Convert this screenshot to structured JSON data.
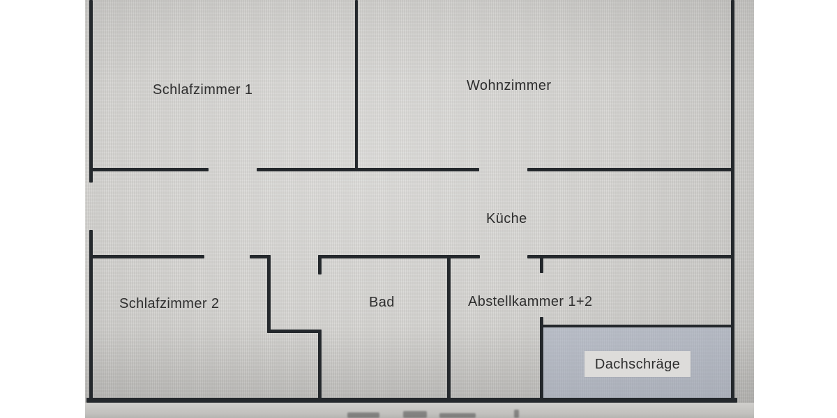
{
  "document": {
    "type": "floor-plan-photo",
    "description_visible_content_only": true
  },
  "colors": {
    "wall": "#24282c",
    "screen_background": "#d6d5d2",
    "photo_margin": "#ffffff",
    "dachschraege_fill": "#aab0c4",
    "label_box_background": "#dddcda",
    "label_text": "#2e2e2e"
  },
  "rooms": {
    "schlafzimmer1": {
      "label": "Schlafzimmer 1"
    },
    "wohnzimmer": {
      "label": "Wohnzimmer"
    },
    "kueche": {
      "label": "Küche"
    },
    "schlafzimmer2": {
      "label": "Schlafzimmer 2"
    },
    "bad": {
      "label": "Bad"
    },
    "abstellkammer": {
      "label": "Abstellkammer 1+2"
    },
    "dachschraege": {
      "label": "Dachschräge"
    }
  }
}
